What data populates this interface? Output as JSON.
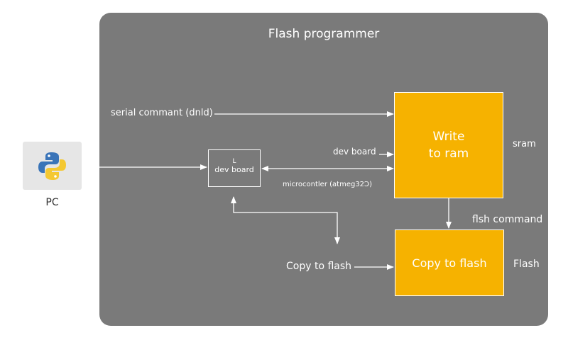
{
  "title": "Flash programmer",
  "pc": {
    "label": "PC",
    "icon": "python-logo-icon"
  },
  "blocks": {
    "ram": {
      "line1": "Write",
      "line2": "to ram"
    },
    "flash": {
      "label": "Copy to flash"
    },
    "dev_board": {
      "mark": "L",
      "label": "dev board"
    }
  },
  "labels": {
    "serial_command": "serial commant (dnld)",
    "dev_board_arrow": "dev board",
    "microcontroller": "microcontler (atmeg32Ↄ)",
    "copy_to_flash": "Copy to flash",
    "sram": "sram",
    "flash_command": "flsh command",
    "flash": "Flash"
  },
  "colors": {
    "panel": "#7a7a7a",
    "block": "#f6b200",
    "line": "#ffffff",
    "pc_tile": "#e6e6e6"
  }
}
